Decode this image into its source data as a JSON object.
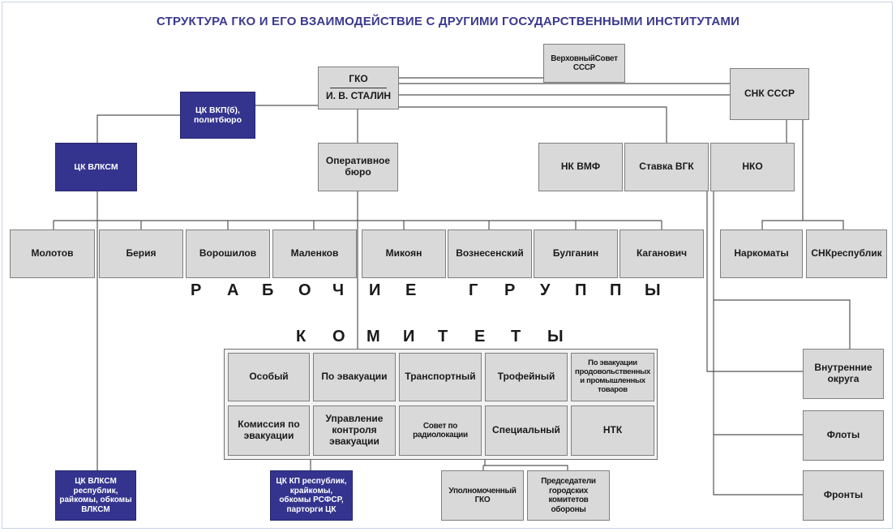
{
  "title": "СТРУКТУРА ГКО И ЕГО ВЗАИМОДЕЙСТВИЕ С ДРУГИМИ ГОСУДАРСТВЕННЫМИ ИНСТИТУТАМИ",
  "gko": {
    "name": "ГКО",
    "head": "И. В. СТАЛИН"
  },
  "verkhovny_sovet": "ВерховныйСовет СССР",
  "snk": "СНК СССР",
  "ck_vkp": "ЦК ВКП(б), политбюро",
  "ck_vlksm": "ЦК ВЛКСМ",
  "operativnoe_buro": "Оперативное бюро",
  "nk_vmf": "НК ВМФ",
  "stavka": "Ставка ВГК",
  "nko": "НКО",
  "members": [
    "Молотов",
    "Берия",
    "Ворошилов",
    "Маленков",
    "Микоян",
    "Вознесенский",
    "Булганин",
    "Каганович"
  ],
  "narkomaty": "Наркоматы",
  "snk_respublik": "СНКреспублик",
  "working_groups_label": [
    "Р",
    "А",
    "Б",
    "О",
    "Ч",
    "И",
    "Е",
    "Г",
    "Р",
    "У",
    "П",
    "П",
    "Ы"
  ],
  "committees_label": [
    "К",
    "О",
    "М",
    "И",
    "Т",
    "Е",
    "Т",
    "Ы"
  ],
  "committees": [
    "Особый",
    "По эвакуации",
    "Транспортный",
    "Трофейный",
    "По эвакуации продовольственных и промышленных товаров",
    "Комиссия по эвакуации",
    "Управление контроля эвакуации",
    "Совет по радиолокации",
    "Специальный",
    "НТК"
  ],
  "upolnomochenny": "Уполномоченный ГКО",
  "predsedateli": "Председатели городских комитетов обороны",
  "vnutrennie_okruga": "Внутренние округа",
  "floty": "Флоты",
  "fronty": "Фронты",
  "ck_vlksm_regional": "ЦК ВЛКСМ республик, райкомы, обкомы ВЛКСМ",
  "ck_kp_regional": "ЦК КП республик, крайкомы, обкомы РСФСР, парторги ЦК",
  "colors": {
    "blue": "#34348f",
    "grey": "#d9d9d9",
    "title": "#3b3a8e"
  }
}
